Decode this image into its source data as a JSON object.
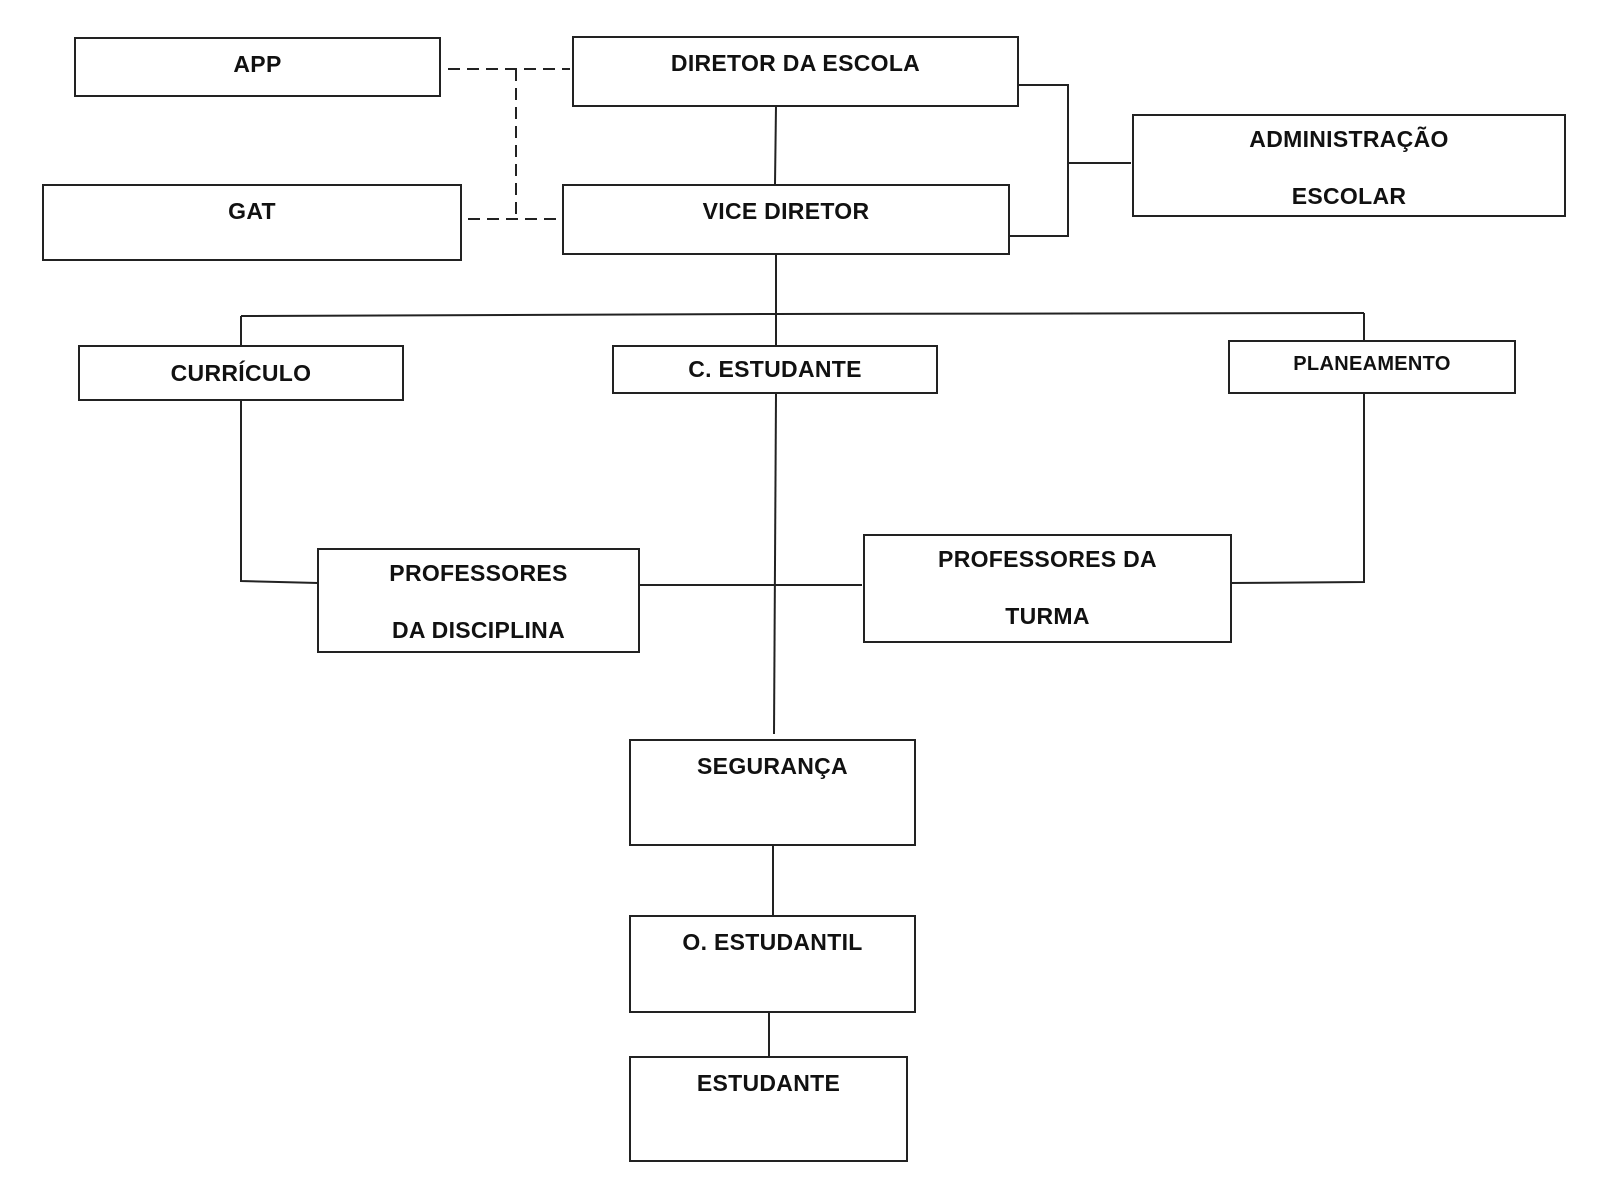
{
  "nodes": {
    "app": "APP",
    "gat": "GAT",
    "diretor": "DIRETOR DA ESCOLA",
    "vice_diretor": "VICE DIRETOR",
    "administracao": [
      "ADMINISTRAÇÃO",
      "ESCOLAR"
    ],
    "curriculo": "CURRÍCULO",
    "c_estudante": "C. ESTUDANTE",
    "planeamento": "PLANEAMENTO",
    "prof_disciplina": [
      "PROFESSORES",
      "DA DISCIPLINA"
    ],
    "prof_turma": [
      "PROFESSORES DA",
      "TURMA"
    ],
    "seguranca": "SEGURANÇA",
    "o_estudantil": "O. ESTUDANTIL",
    "estudante": "ESTUDANTE"
  },
  "style": {
    "line_color": "#222222",
    "box_border": "#222222",
    "text_color": "#111111",
    "background": "#ffffff"
  }
}
